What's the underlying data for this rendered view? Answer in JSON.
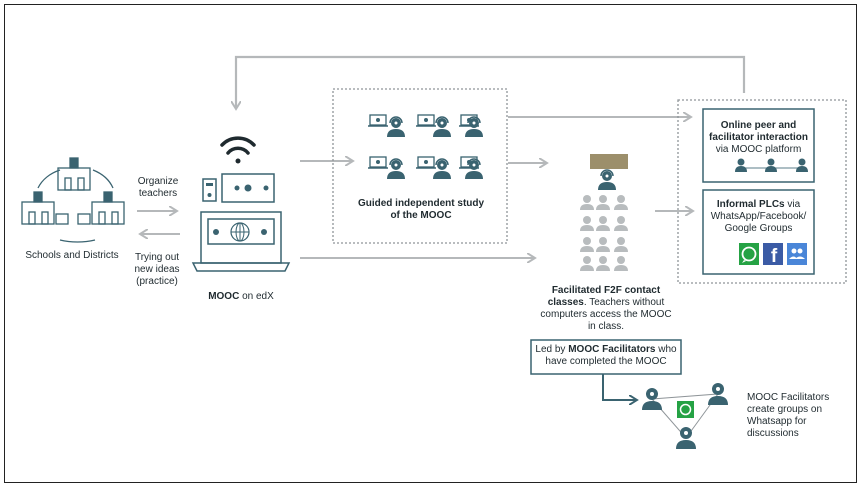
{
  "colors": {
    "teal": "#3a6370",
    "teal_light": "#5b7e88",
    "gray_arrow": "#b5b8ba",
    "gray_people": "#b8bcbe",
    "dotted": "#8f9599",
    "projector": "#9c8f6b",
    "whatsapp": "#25a244",
    "facebook": "#3b5ba5",
    "groups": "#4a86d8"
  },
  "schools": {
    "label": "Schools and Districts"
  },
  "left_arrows": {
    "top": "Organize teachers",
    "bottom": "Trying out new ideas (practice)"
  },
  "mooc": {
    "label_bold": "MOOC",
    "label_rest": " on edX"
  },
  "guided": {
    "label": "Guided independent study of the MOOC"
  },
  "f2f": {
    "label_bold": "Facilitated F2F contact classes",
    "label_rest": ". Teachers without computers access the MOOC in class."
  },
  "led_by": {
    "pre": "Led by ",
    "bold": "MOOC Facilitators",
    "post": " who have completed the MOOC"
  },
  "online_peer": {
    "bold": "Online peer and facilitator interaction",
    "rest": " via MOOC platform"
  },
  "informal": {
    "bold": "Informal PLCs",
    "rest": " via WhatsApp/Facebook/ Google Groups"
  },
  "facilitators_note": "MOOC Facilitators create groups on Whatsapp for discussions",
  "icons": [
    "wifi-icon",
    "laptop-icon",
    "whatsapp-icon",
    "facebook-icon",
    "google-groups-icon"
  ]
}
